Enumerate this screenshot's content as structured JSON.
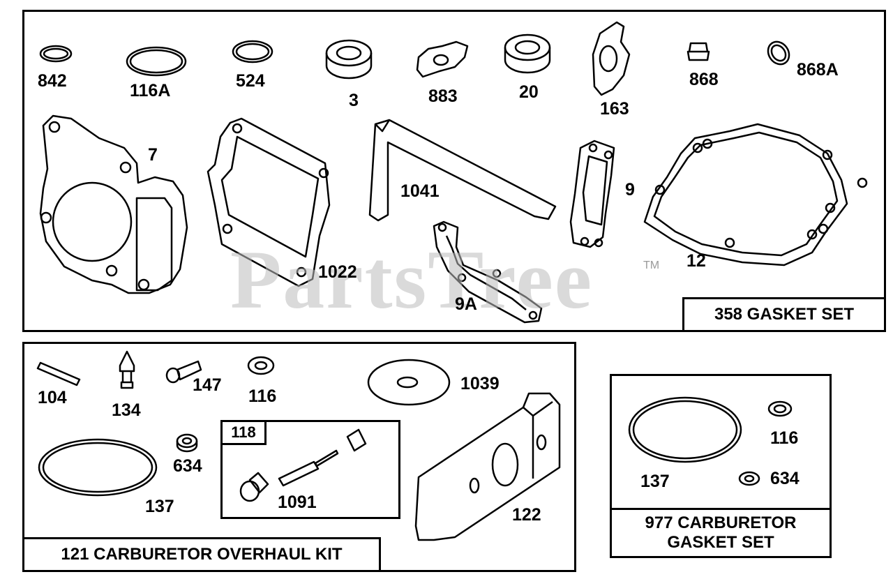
{
  "watermark": {
    "text": "PartsTree",
    "tm": "TM"
  },
  "kits": {
    "gasket_set": "358 GASKET SET",
    "overhaul_kit": "121 CARBURETOR OVERHAUL KIT",
    "sub_kit": "118",
    "carb_gasket_line1": "977 CARBURETOR",
    "carb_gasket_line2": "GASKET SET"
  },
  "parts": {
    "p842": "842",
    "p116A": "116A",
    "p524": "524",
    "p3": "3",
    "p883": "883",
    "p20": "20",
    "p163": "163",
    "p868": "868",
    "p868A": "868A",
    "p7": "7",
    "p1022": "1022",
    "p1041": "1041",
    "p9": "9",
    "p9A": "9A",
    "p12": "12",
    "p104": "104",
    "p134": "134",
    "p147": "147",
    "p116": "116",
    "p1039": "1039",
    "p634": "634",
    "p137": "137",
    "p1091": "1091",
    "p122": "122",
    "p116b": "116",
    "p137b": "137",
    "p634b": "634"
  }
}
